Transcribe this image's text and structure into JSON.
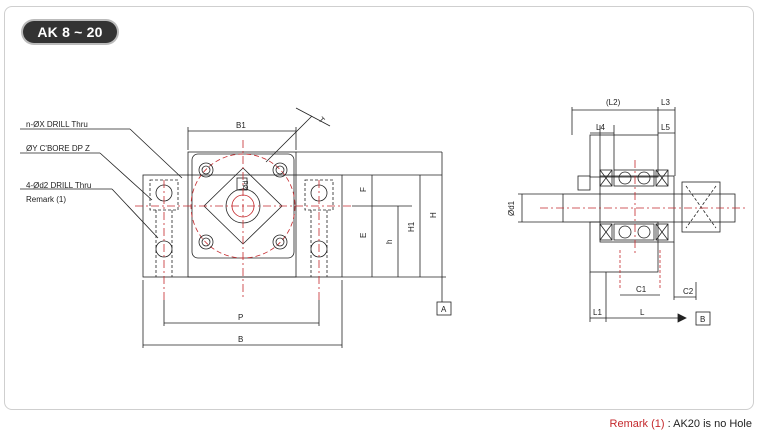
{
  "title": "AK 8 ~ 20",
  "labels": {
    "drill_x": "n-ØX DRILL Thru",
    "cbore": "ØY C'BORE DP Z",
    "drill_d2": "4-Ød2  DRILL Thru",
    "remark_ref": "Remark (1)",
    "B1": "B1",
    "T": "T",
    "P": "P",
    "B": "B",
    "F": "F",
    "E": "E",
    "h": "h",
    "H1": "H1",
    "H": "H",
    "A": "A",
    "L2": "(L2)",
    "L3": "L3",
    "L4": "L4",
    "L5": "L5",
    "d1": "Ød1",
    "C1": "C1",
    "C2": "C2",
    "L1": "L1",
    "L": "L",
    "Bref": "B",
    "d": "Ød"
  },
  "remark": {
    "label": "Remark (1)",
    "colon": " : ",
    "text": "AK20 is no Hole"
  },
  "colors": {
    "line": "#222222",
    "center": "#c4282c",
    "tag_bg": "#333333"
  }
}
